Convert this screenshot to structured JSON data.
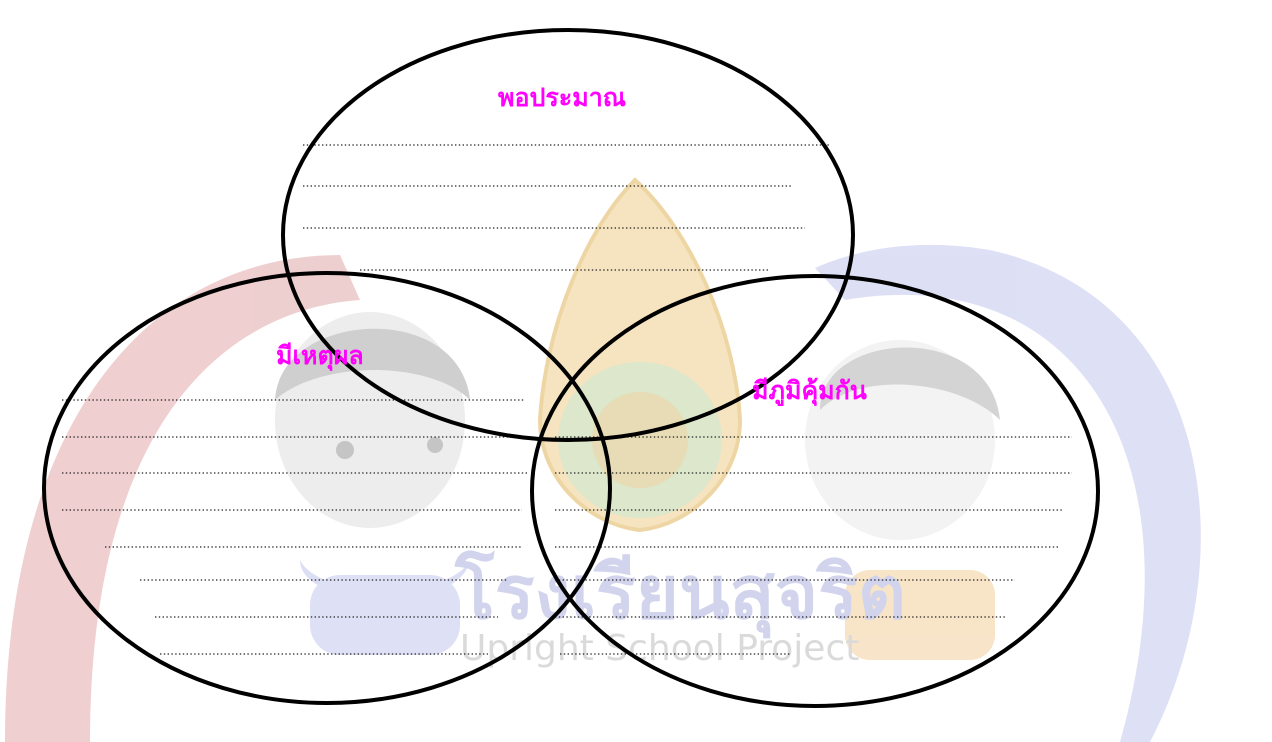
{
  "circles": [
    {
      "label": "พอประมาณ",
      "lines": [
        [
          303,
          145,
          830
        ],
        [
          303,
          186,
          793
        ],
        [
          303,
          228,
          805
        ],
        [
          360,
          270,
          768
        ]
      ]
    },
    {
      "label": "มีเหตุผล",
      "lines": [
        [
          62,
          400,
          525
        ],
        [
          62,
          437,
          528
        ],
        [
          62,
          473,
          528
        ],
        [
          62,
          510,
          522
        ],
        [
          105,
          547,
          522
        ],
        [
          140,
          580,
          508
        ],
        [
          155,
          617,
          498
        ],
        [
          160,
          654,
          488
        ]
      ]
    },
    {
      "label": "มีภูมิคุ้มกัน",
      "lines": [
        [
          555,
          437,
          1072
        ],
        [
          555,
          473,
          1072
        ],
        [
          555,
          510,
          1062
        ],
        [
          555,
          547,
          1060
        ],
        [
          555,
          580,
          1015
        ],
        [
          555,
          617,
          1005
        ],
        [
          560,
          654,
          790
        ]
      ]
    }
  ],
  "watermark": {
    "thai_text": "โรงเรียนสุจริต",
    "english_text": "Upright School Project"
  },
  "colors": {
    "label": "#ff00ff",
    "outline": "#000000",
    "swirl_left": "#e8c9c9",
    "swirl_right": "#d3d6f3",
    "emblem": "#f2d9a0"
  },
  "icons": [
    "school-emblem",
    "girl-mascot",
    "boy-mascot"
  ]
}
